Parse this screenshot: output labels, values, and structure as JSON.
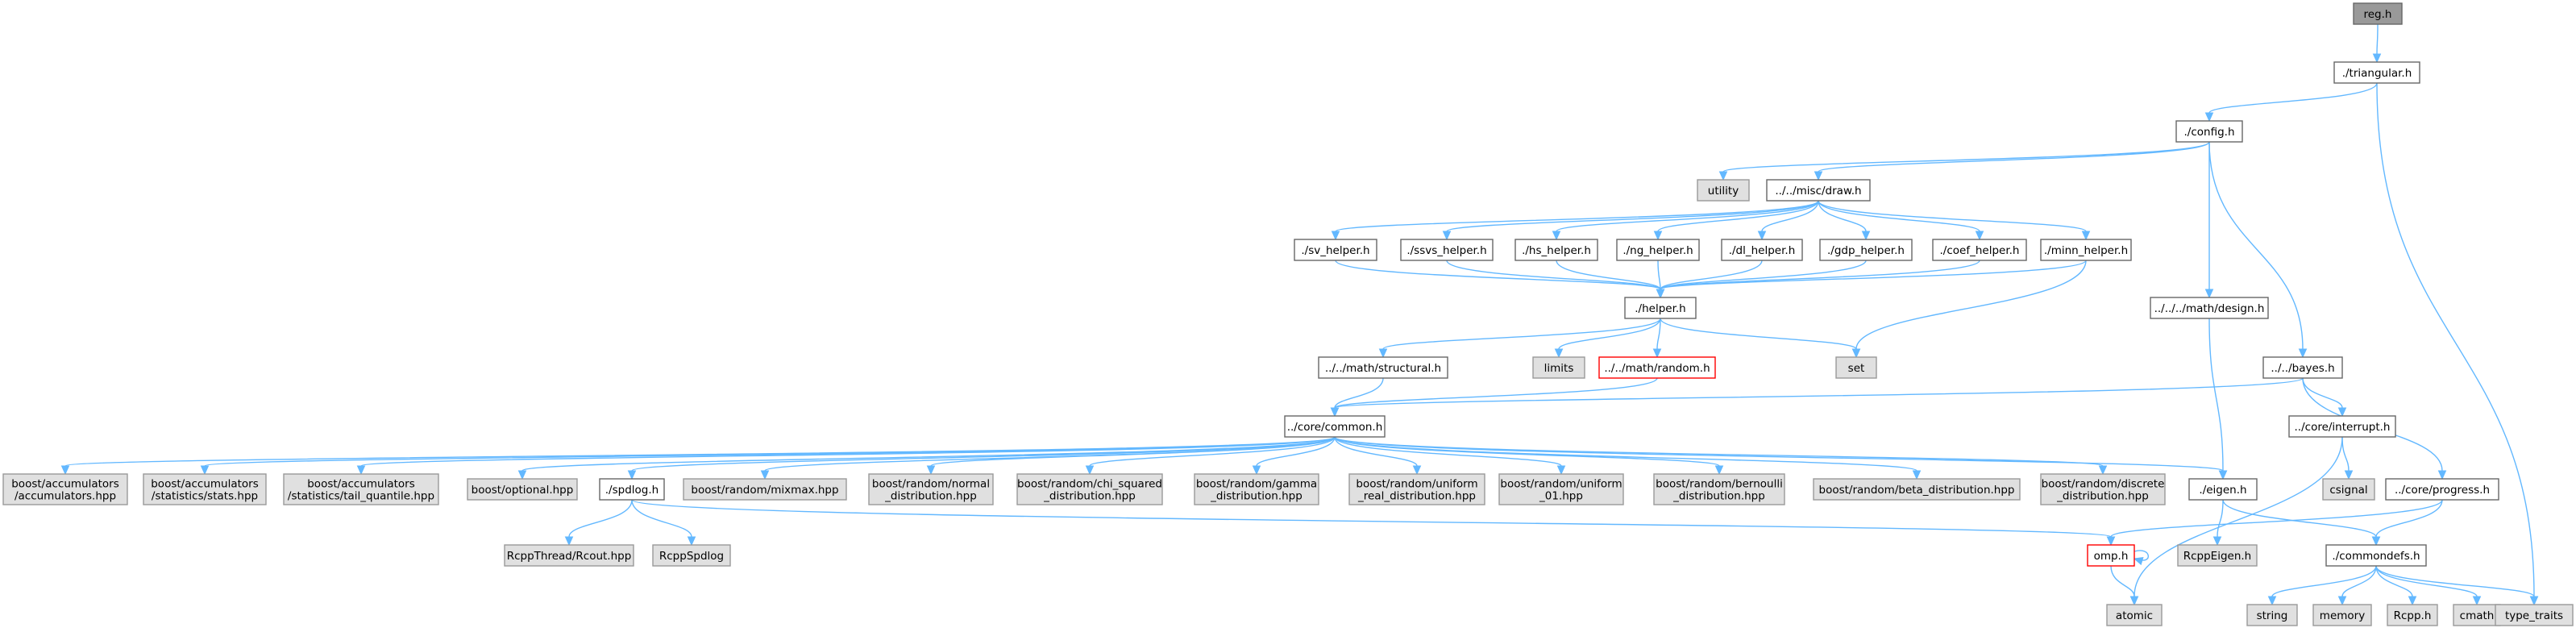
{
  "diagram": {
    "kind": "include dependency graph",
    "colors": {
      "edge": "#63b8ff",
      "root_fill": "#999999",
      "file_fill": "#ffffff",
      "file_border": "#666666",
      "external_fill": "#e0e0e0",
      "external_border": "#999999",
      "truncated_border": "#ff0000"
    },
    "nodes": [
      {
        "id": "reg_h",
        "lines": [
          "reg.h"
        ],
        "style": "root"
      },
      {
        "id": "triangular",
        "lines": [
          "./triangular.h"
        ],
        "style": "file"
      },
      {
        "id": "config",
        "lines": [
          "./config.h"
        ],
        "style": "file"
      },
      {
        "id": "utility",
        "lines": [
          "utility"
        ],
        "style": "external"
      },
      {
        "id": "draw",
        "lines": [
          "../../misc/draw.h"
        ],
        "style": "file"
      },
      {
        "id": "design",
        "lines": [
          "../../../math/design.h"
        ],
        "style": "file"
      },
      {
        "id": "bayes",
        "lines": [
          "../../bayes.h"
        ],
        "style": "file"
      },
      {
        "id": "sv_helper",
        "lines": [
          "./sv_helper.h"
        ],
        "style": "file"
      },
      {
        "id": "ssvs_helper",
        "lines": [
          "./ssvs_helper.h"
        ],
        "style": "file"
      },
      {
        "id": "hs_helper",
        "lines": [
          "./hs_helper.h"
        ],
        "style": "file"
      },
      {
        "id": "ng_helper",
        "lines": [
          "./ng_helper.h"
        ],
        "style": "file"
      },
      {
        "id": "dl_helper",
        "lines": [
          "./dl_helper.h"
        ],
        "style": "file"
      },
      {
        "id": "gdp_helper",
        "lines": [
          "./gdp_helper.h"
        ],
        "style": "file"
      },
      {
        "id": "coef_helper",
        "lines": [
          "./coef_helper.h"
        ],
        "style": "file"
      },
      {
        "id": "minn_helper",
        "lines": [
          "./minn_helper.h"
        ],
        "style": "file"
      },
      {
        "id": "helper",
        "lines": [
          "./helper.h"
        ],
        "style": "file"
      },
      {
        "id": "structural",
        "lines": [
          "../../math/structural.h"
        ],
        "style": "file"
      },
      {
        "id": "limits",
        "lines": [
          "limits"
        ],
        "style": "external"
      },
      {
        "id": "random",
        "lines": [
          "../../math/random.h"
        ],
        "style": "truncated"
      },
      {
        "id": "set",
        "lines": [
          "set"
        ],
        "style": "external"
      },
      {
        "id": "common",
        "lines": [
          "../core/common.h"
        ],
        "style": "file"
      },
      {
        "id": "interrupt",
        "lines": [
          "../core/interrupt.h"
        ],
        "style": "file"
      },
      {
        "id": "acc",
        "lines": [
          "boost/accumulators",
          "/accumulators.hpp"
        ],
        "style": "external"
      },
      {
        "id": "stats",
        "lines": [
          "boost/accumulators",
          "/statistics/stats.hpp"
        ],
        "style": "external"
      },
      {
        "id": "tailq",
        "lines": [
          "boost/accumulators",
          "/statistics/tail_quantile.hpp"
        ],
        "style": "external"
      },
      {
        "id": "optional",
        "lines": [
          "boost/optional.hpp"
        ],
        "style": "external"
      },
      {
        "id": "spdlog",
        "lines": [
          "./spdlog.h"
        ],
        "style": "file"
      },
      {
        "id": "mixmax",
        "lines": [
          "boost/random/mixmax.hpp"
        ],
        "style": "external"
      },
      {
        "id": "normal",
        "lines": [
          "boost/random/normal",
          "_distribution.hpp"
        ],
        "style": "external"
      },
      {
        "id": "chisq",
        "lines": [
          "boost/random/chi_squared",
          "_distribution.hpp"
        ],
        "style": "external"
      },
      {
        "id": "gamma",
        "lines": [
          "boost/random/gamma",
          "_distribution.hpp"
        ],
        "style": "external"
      },
      {
        "id": "unifreal",
        "lines": [
          "boost/random/uniform",
          "_real_distribution.hpp"
        ],
        "style": "external"
      },
      {
        "id": "unif01",
        "lines": [
          "boost/random/uniform",
          "_01.hpp"
        ],
        "style": "external"
      },
      {
        "id": "bern",
        "lines": [
          "boost/random/bernoulli",
          "_distribution.hpp"
        ],
        "style": "external"
      },
      {
        "id": "beta",
        "lines": [
          "boost/random/beta_distribution.hpp"
        ],
        "style": "external"
      },
      {
        "id": "discrete",
        "lines": [
          "boost/random/discrete",
          "_distribution.hpp"
        ],
        "style": "external"
      },
      {
        "id": "eigen",
        "lines": [
          "./eigen.h"
        ],
        "style": "file"
      },
      {
        "id": "csignal",
        "lines": [
          "csignal"
        ],
        "style": "external"
      },
      {
        "id": "progress",
        "lines": [
          "../core/progress.h"
        ],
        "style": "file"
      },
      {
        "id": "rcout",
        "lines": [
          "RcppThread/Rcout.hpp"
        ],
        "style": "external"
      },
      {
        "id": "rcppspdlog",
        "lines": [
          "RcppSpdlog"
        ],
        "style": "external"
      },
      {
        "id": "omp",
        "lines": [
          "omp.h"
        ],
        "style": "truncated"
      },
      {
        "id": "rcppeigen",
        "lines": [
          "RcppEigen.h"
        ],
        "style": "external"
      },
      {
        "id": "commondefs",
        "lines": [
          "./commondefs.h"
        ],
        "style": "file"
      },
      {
        "id": "atomic",
        "lines": [
          "atomic"
        ],
        "style": "external"
      },
      {
        "id": "string",
        "lines": [
          "string"
        ],
        "style": "external"
      },
      {
        "id": "memory",
        "lines": [
          "memory"
        ],
        "style": "external"
      },
      {
        "id": "rcpp",
        "lines": [
          "Rcpp.h"
        ],
        "style": "external"
      },
      {
        "id": "cmath",
        "lines": [
          "cmath"
        ],
        "style": "external"
      },
      {
        "id": "type_traits",
        "lines": [
          "type_traits"
        ],
        "style": "external"
      }
    ],
    "edges": [
      [
        "reg_h",
        "triangular"
      ],
      [
        "triangular",
        "config"
      ],
      [
        "triangular",
        "type_traits"
      ],
      [
        "config",
        "utility"
      ],
      [
        "config",
        "draw"
      ],
      [
        "config",
        "design"
      ],
      [
        "config",
        "bayes"
      ],
      [
        "draw",
        "sv_helper"
      ],
      [
        "draw",
        "ssvs_helper"
      ],
      [
        "draw",
        "hs_helper"
      ],
      [
        "draw",
        "ng_helper"
      ],
      [
        "draw",
        "dl_helper"
      ],
      [
        "draw",
        "gdp_helper"
      ],
      [
        "draw",
        "coef_helper"
      ],
      [
        "draw",
        "minn_helper"
      ],
      [
        "sv_helper",
        "helper"
      ],
      [
        "ssvs_helper",
        "helper"
      ],
      [
        "hs_helper",
        "helper"
      ],
      [
        "ng_helper",
        "helper"
      ],
      [
        "dl_helper",
        "helper"
      ],
      [
        "gdp_helper",
        "helper"
      ],
      [
        "coef_helper",
        "helper"
      ],
      [
        "minn_helper",
        "helper"
      ],
      [
        "minn_helper",
        "set"
      ],
      [
        "helper",
        "structural"
      ],
      [
        "helper",
        "limits"
      ],
      [
        "helper",
        "random"
      ],
      [
        "helper",
        "set"
      ],
      [
        "structural",
        "common"
      ],
      [
        "random",
        "common"
      ],
      [
        "design",
        "eigen"
      ],
      [
        "bayes",
        "common"
      ],
      [
        "bayes",
        "interrupt"
      ],
      [
        "bayes",
        "progress"
      ],
      [
        "common",
        "acc"
      ],
      [
        "common",
        "stats"
      ],
      [
        "common",
        "tailq"
      ],
      [
        "common",
        "optional"
      ],
      [
        "common",
        "spdlog"
      ],
      [
        "common",
        "mixmax"
      ],
      [
        "common",
        "normal"
      ],
      [
        "common",
        "chisq"
      ],
      [
        "common",
        "gamma"
      ],
      [
        "common",
        "unifreal"
      ],
      [
        "common",
        "unif01"
      ],
      [
        "common",
        "bern"
      ],
      [
        "common",
        "beta"
      ],
      [
        "common",
        "discrete"
      ],
      [
        "common",
        "eigen"
      ],
      [
        "spdlog",
        "rcout"
      ],
      [
        "spdlog",
        "rcppspdlog"
      ],
      [
        "spdlog",
        "omp"
      ],
      [
        "interrupt",
        "csignal"
      ],
      [
        "interrupt",
        "atomic"
      ],
      [
        "eigen",
        "rcppeigen"
      ],
      [
        "eigen",
        "commondefs"
      ],
      [
        "progress",
        "omp"
      ],
      [
        "progress",
        "commondefs"
      ],
      [
        "omp",
        "omp"
      ],
      [
        "omp",
        "atomic"
      ],
      [
        "commondefs",
        "string"
      ],
      [
        "commondefs",
        "memory"
      ],
      [
        "commondefs",
        "rcpp"
      ],
      [
        "commondefs",
        "cmath"
      ],
      [
        "commondefs",
        "type_traits"
      ]
    ]
  }
}
